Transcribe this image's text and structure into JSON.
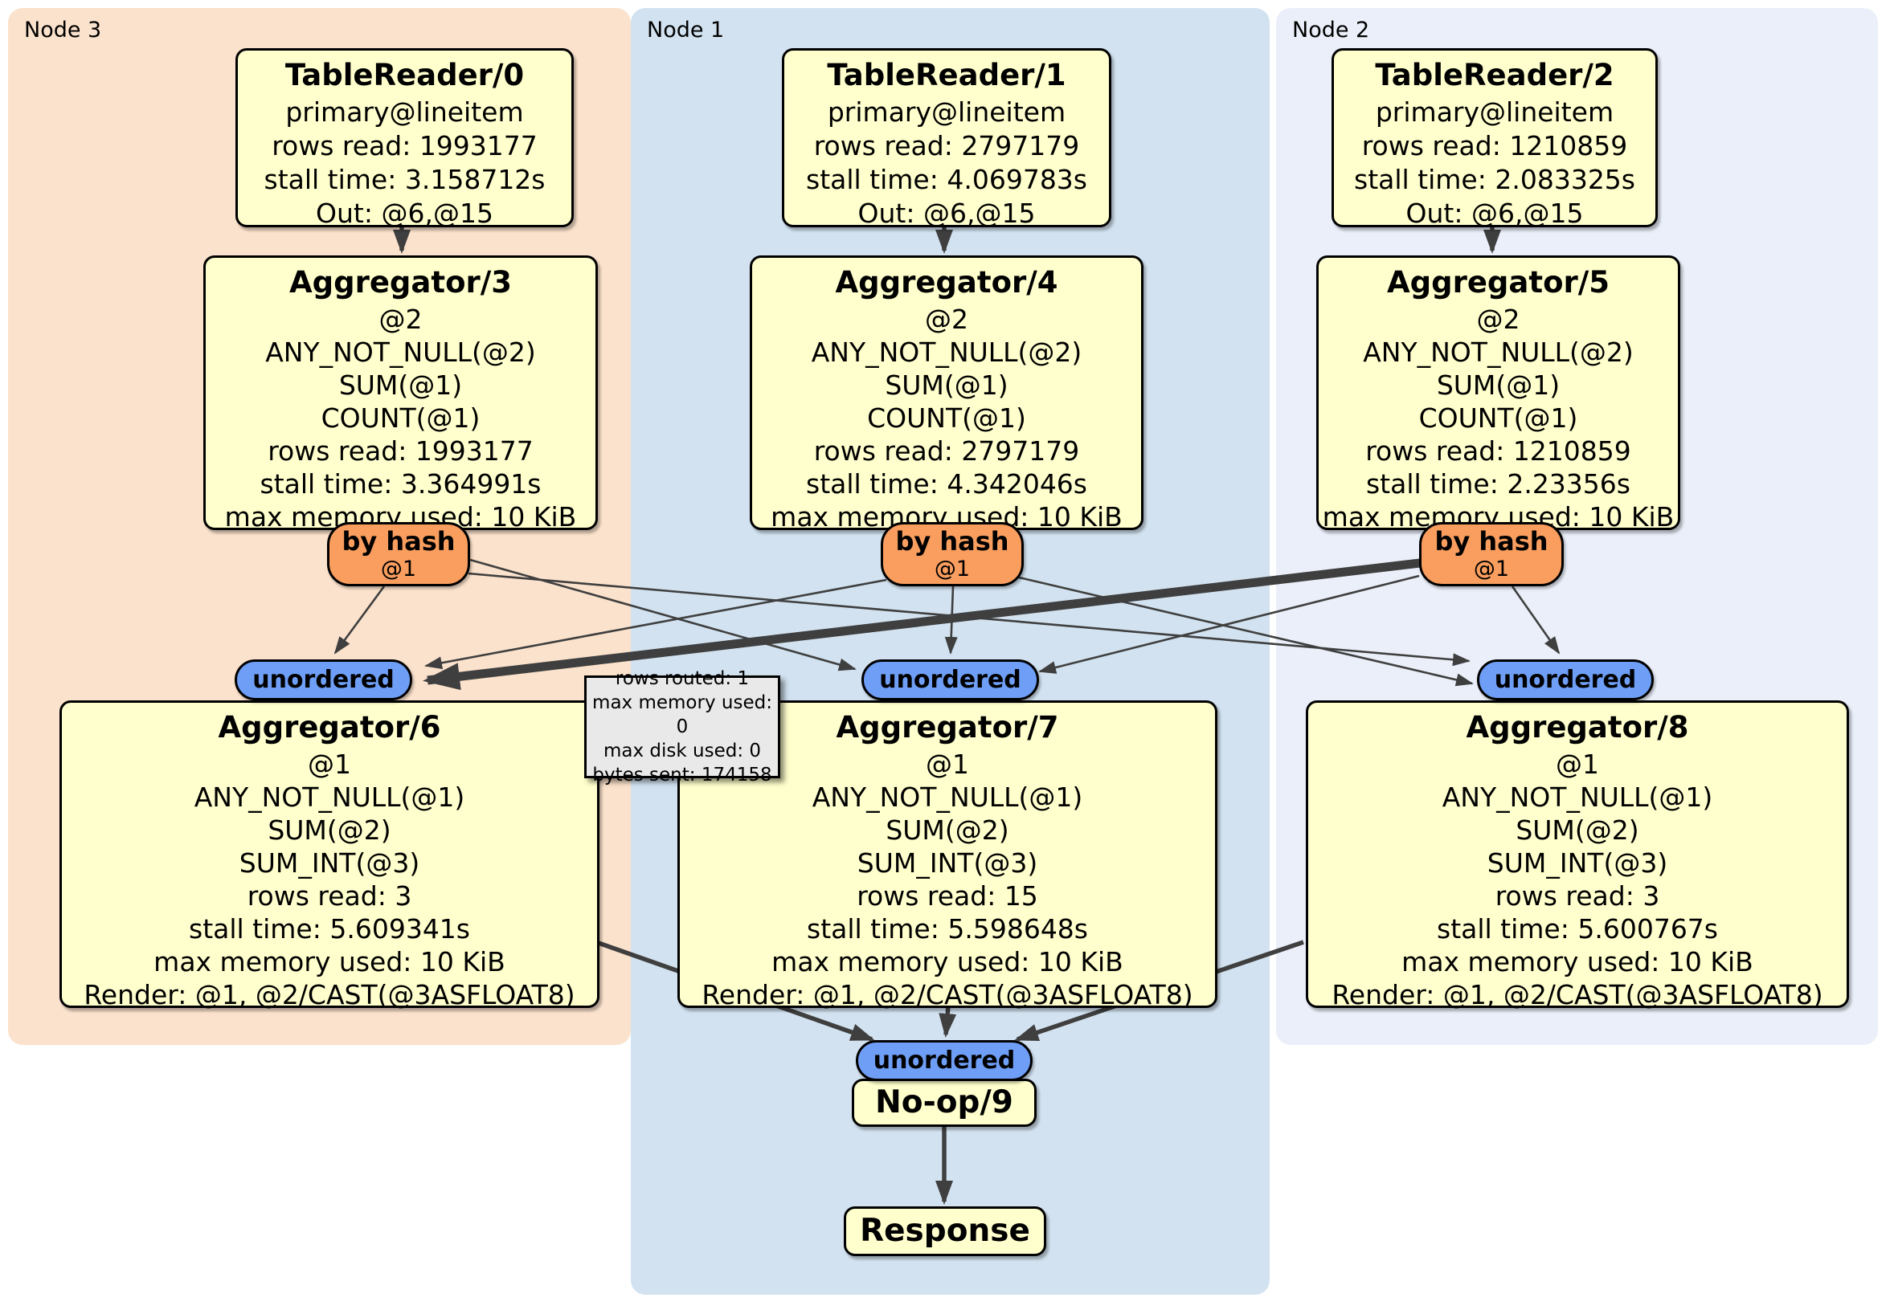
{
  "clusters": [
    {
      "label": "Node 3"
    },
    {
      "label": "Node 1"
    },
    {
      "label": "Node 2"
    }
  ],
  "operators": {
    "tr0": {
      "title": "TableReader/0",
      "lines": [
        "primary@lineitem",
        "rows read: 1993177",
        "stall time: 3.158712s",
        "Out: @6,@15"
      ]
    },
    "tr1": {
      "title": "TableReader/1",
      "lines": [
        "primary@lineitem",
        "rows read: 2797179",
        "stall time: 4.069783s",
        "Out: @6,@15"
      ]
    },
    "tr2": {
      "title": "TableReader/2",
      "lines": [
        "primary@lineitem",
        "rows read: 1210859",
        "stall time: 2.083325s",
        "Out: @6,@15"
      ]
    },
    "agg3": {
      "title": "Aggregator/3",
      "lines": [
        "@2",
        "ANY_NOT_NULL(@2)",
        "SUM(@1)",
        "COUNT(@1)",
        "rows read: 1993177",
        "stall time: 3.364991s",
        "max memory used: 10 KiB"
      ]
    },
    "agg4": {
      "title": "Aggregator/4",
      "lines": [
        "@2",
        "ANY_NOT_NULL(@2)",
        "SUM(@1)",
        "COUNT(@1)",
        "rows read: 2797179",
        "stall time: 4.342046s",
        "max memory used: 10 KiB"
      ]
    },
    "agg5": {
      "title": "Aggregator/5",
      "lines": [
        "@2",
        "ANY_NOT_NULL(@2)",
        "SUM(@1)",
        "COUNT(@1)",
        "rows read: 1210859",
        "stall time: 2.23356s",
        "max memory used: 10 KiB"
      ]
    },
    "agg6": {
      "title": "Aggregator/6",
      "lines": [
        "@1",
        "ANY_NOT_NULL(@1)",
        "SUM(@2)",
        "SUM_INT(@3)",
        "rows read: 3",
        "stall time: 5.609341s",
        "max memory used: 10 KiB",
        "Render: @1, @2/CAST(@3ASFLOAT8)"
      ]
    },
    "agg7": {
      "title": "Aggregator/7",
      "lines": [
        "@1",
        "ANY_NOT_NULL(@1)",
        "SUM(@2)",
        "SUM_INT(@3)",
        "rows read: 15",
        "stall time: 5.598648s",
        "max memory used: 10 KiB",
        "Render: @1, @2/CAST(@3ASFLOAT8)"
      ]
    },
    "agg8": {
      "title": "Aggregator/8",
      "lines": [
        "@1",
        "ANY_NOT_NULL(@1)",
        "SUM(@2)",
        "SUM_INT(@3)",
        "rows read: 3",
        "stall time: 5.600767s",
        "max memory used: 10 KiB",
        "Render: @1, @2/CAST(@3ASFLOAT8)"
      ]
    },
    "noop": {
      "title": "No-op/9"
    },
    "response": {
      "title": "Response"
    }
  },
  "routers": {
    "hash3": {
      "label": "by hash",
      "key": "@1"
    },
    "hash4": {
      "label": "by hash",
      "key": "@1"
    },
    "hash5": {
      "label": "by hash",
      "key": "@1"
    }
  },
  "streams": {
    "un3": {
      "label": "unordered"
    },
    "un4": {
      "label": "unordered"
    },
    "un5": {
      "label": "unordered"
    },
    "unb": {
      "label": "unordered"
    }
  },
  "tooltip": {
    "lines": [
      "rows routed: 1",
      "max memory used: 0",
      "max disk used: 0",
      "bytes sent: 174158"
    ]
  },
  "colors": {
    "node3_bg": "#fbe2cc",
    "node1_bg": "#d2e2f0",
    "node2_bg": "#eaeff9",
    "box_bg": "#ffffcd",
    "hash_bg": "#f99e5e",
    "sync_bg": "#6e9ef5",
    "tooltip_bg": "#e9e9e9",
    "edge": "#3f3f3f"
  }
}
